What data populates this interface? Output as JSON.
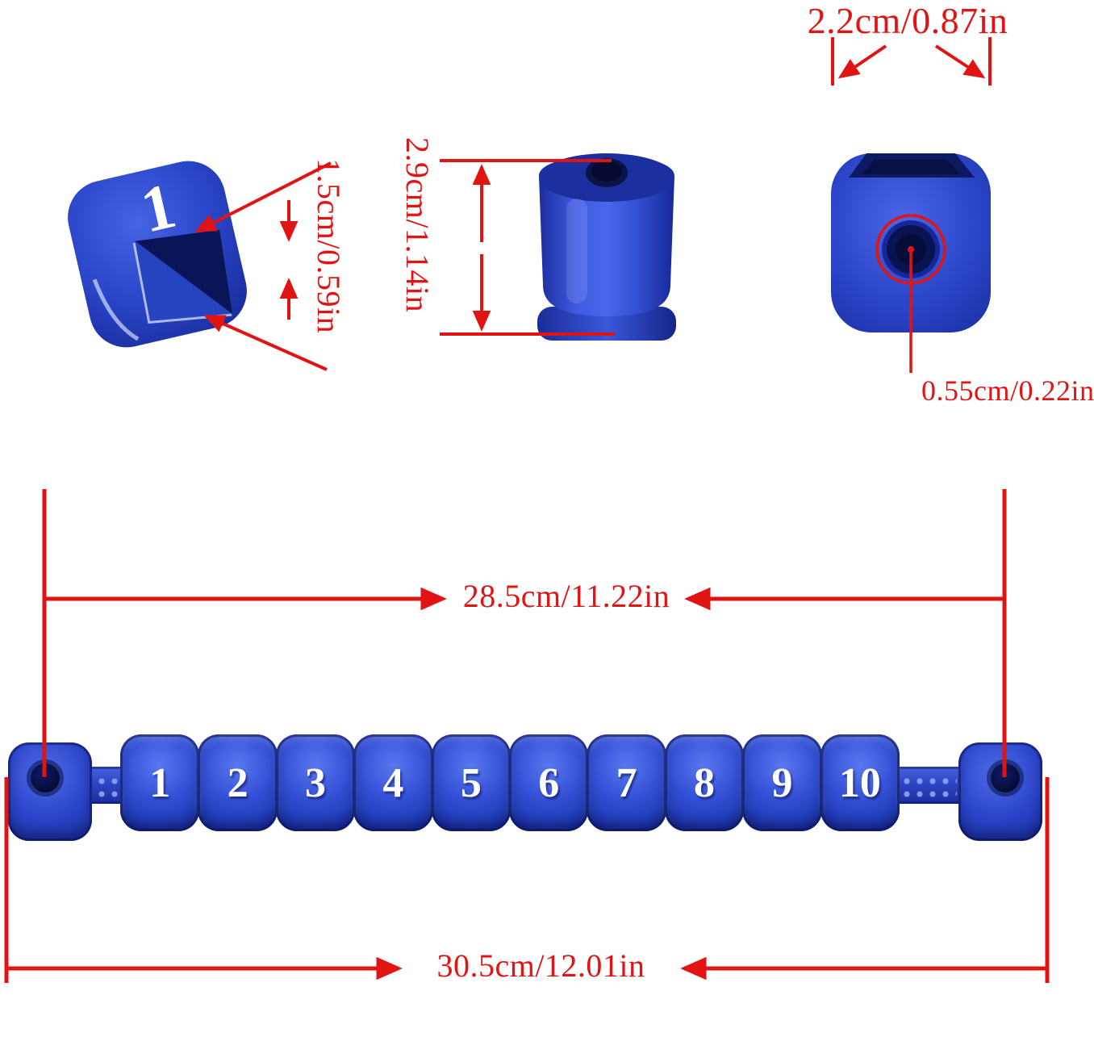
{
  "annotations": {
    "cube_recess_size": "1.5cm/0.59in",
    "bead_height": "2.9cm/1.14in",
    "bead_width": "2.2cm/0.87in",
    "hole_diameter": "0.55cm/0.22in",
    "rod_inner_length": "28.5cm/11.22in",
    "rod_outer_length": "30.5cm/12.01in"
  },
  "cube": {
    "face_number": "1"
  },
  "beads": {
    "numbers": [
      "1",
      "2",
      "3",
      "4",
      "5",
      "6",
      "7",
      "8",
      "9",
      "10"
    ]
  },
  "colors": {
    "annotation_red": "#e11414",
    "bead_blue": "#2b46c8",
    "bead_dark_blue": "#14257e",
    "background": "#ffffff"
  }
}
